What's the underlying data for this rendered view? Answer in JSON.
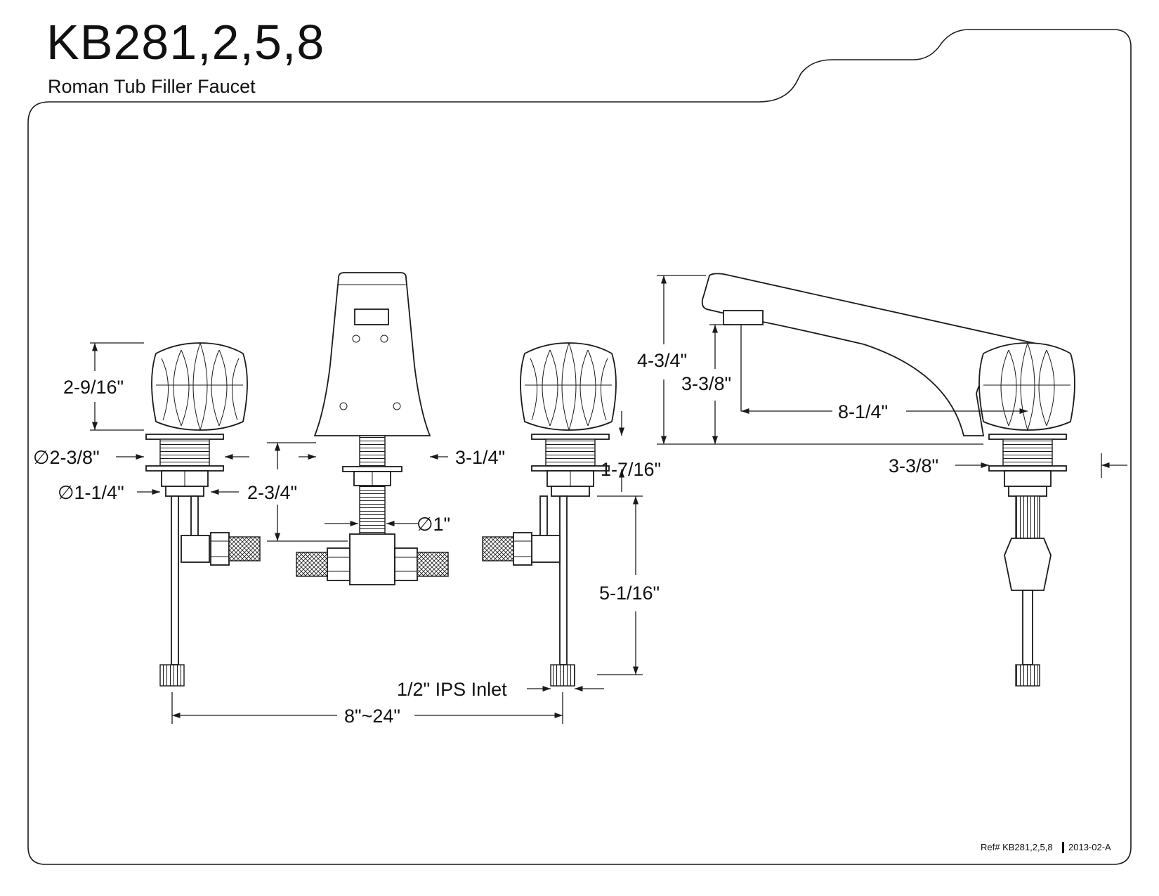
{
  "header": {
    "title": "KB281,2,5,8",
    "subtitle": "Roman Tub Filler Faucet"
  },
  "dimensions": {
    "handle_height": "2-9/16\"",
    "flange_dia": "2-3/8\"",
    "shank_dia": "1-1/4\"",
    "shank_length": "2-3/4\"",
    "spout_dia": "1\"",
    "spout_width": "3-1/4\"",
    "handle_thread_length": "1-7/16\"",
    "supply_length": "5-1/16\"",
    "inlet": "1/2\" IPS Inlet",
    "spread": "8\"~24\"",
    "spout_height": "4-3/4\"",
    "spout_clearance": "3-3/8\"",
    "spout_reach": "8-1/4\"",
    "side_flange_dia": "3-3/8\""
  },
  "footer": {
    "ref": "Ref# KB281,2,5,8",
    "revision": "2013-02-A"
  }
}
